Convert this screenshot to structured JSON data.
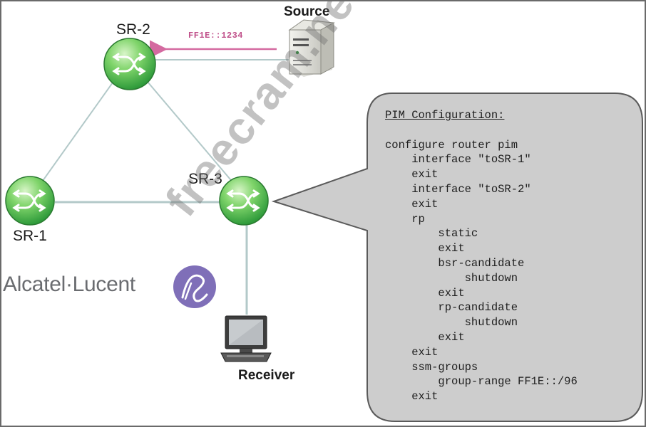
{
  "nodes": {
    "sr1": {
      "label": "SR-1"
    },
    "sr2": {
      "label": "SR-2"
    },
    "sr3": {
      "label": "SR-3"
    },
    "source": {
      "label": "Source"
    },
    "receiver": {
      "label": "Receiver"
    }
  },
  "multicast_group": "FF1E::1234",
  "config": {
    "lines": [
      "PIM Configuration:",
      "",
      "configure router pim",
      "    interface \"toSR-1\"",
      "    exit",
      "    interface \"toSR-2\"",
      "    exit",
      "    rp",
      "        static",
      "        exit",
      "        bsr-candidate",
      "            shutdown",
      "        exit",
      "        rp-candidate",
      "            shutdown",
      "        exit",
      "    exit",
      "    ssm-groups",
      "        group-range FF1E::/96",
      "    exit"
    ]
  },
  "brand": {
    "text": "Alcatel·Lucent",
    "logo_color": "#7f6fb8"
  },
  "watermark": "freecram.net",
  "colors": {
    "router_green": "#4fbf4f",
    "link_line": "#a6c4c4",
    "arrow": "#d46aa0",
    "callout_fill": "#cccccc",
    "callout_border": "#555555"
  }
}
